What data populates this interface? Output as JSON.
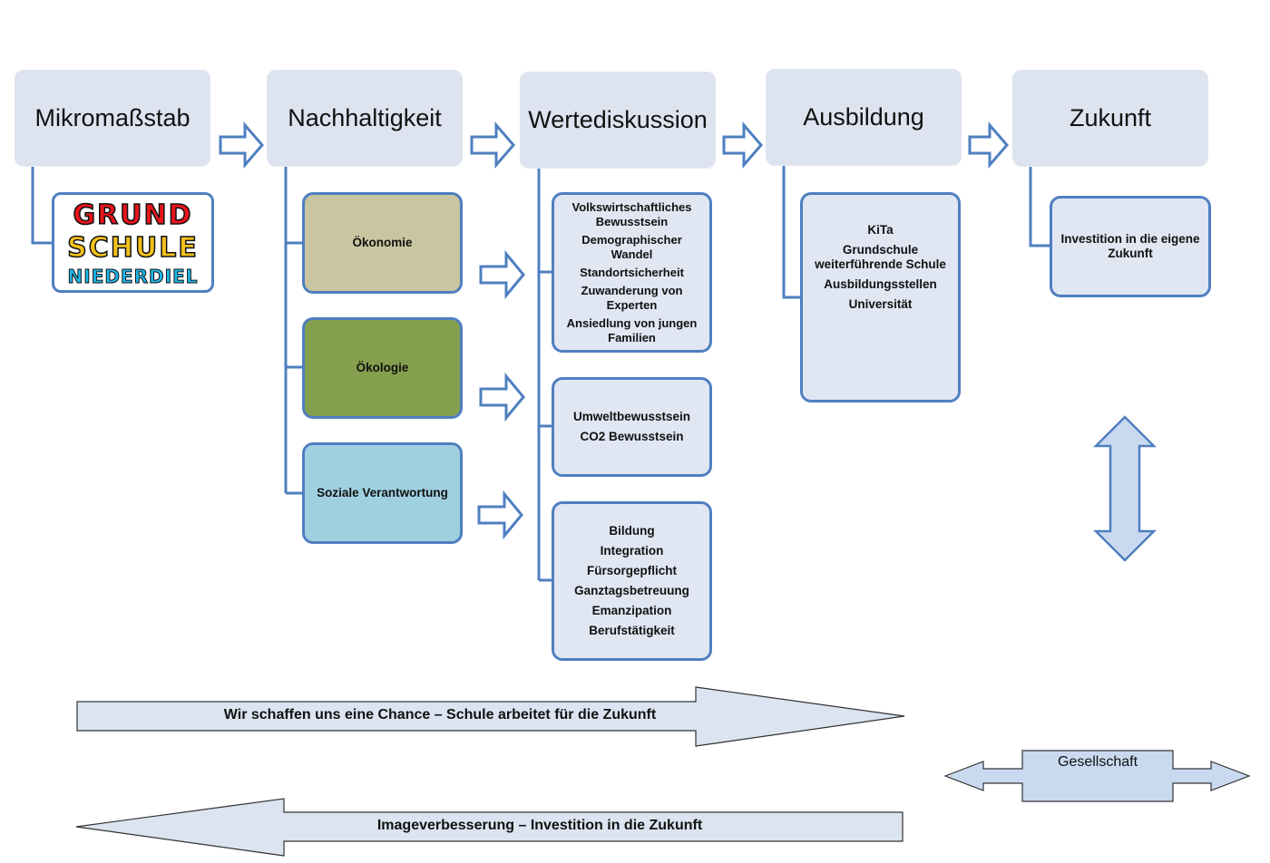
{
  "stages": [
    {
      "title": "Mikromaßstab"
    },
    {
      "title": "Nachhaltigkeit"
    },
    {
      "title": "Wertediskussion"
    },
    {
      "title": "Ausbildung"
    },
    {
      "title": "Zukunft"
    }
  ],
  "logo": {
    "line1": "GRUND",
    "line2": "SCHULE",
    "line3": "NIEDERDIEL"
  },
  "pillars": [
    {
      "label": "Ökonomie",
      "color": "#c9c5a0"
    },
    {
      "label": "Ökologie",
      "color": "#84a04e"
    },
    {
      "label": "Soziale Verantwortung",
      "color": "#9fd0e0"
    }
  ],
  "values_economy": [
    "Volkswirtschaftliches Bewusstsein",
    "Demographischer Wandel",
    "Standortsicherheit",
    "Zuwanderung von Experten",
    "Ansiedlung  von jungen Familien"
  ],
  "values_ecology": [
    "Umweltbewusstsein",
    "CO2 Bewusstsein"
  ],
  "values_social": [
    "Bildung",
    "Integration",
    "Fürsorgepflicht",
    "Ganztagsbetreuung",
    "Emanzipation",
    "Berufstätigkeit"
  ],
  "education": [
    "KiTa",
    "Grundschule weiterführende Schule",
    "Ausbildungsstellen",
    "Universität"
  ],
  "future": [
    "Investition in die eigene Zukunft"
  ],
  "bands": {
    "forward": "Wir schaffen uns eine Chance – Schule arbeitet für die Zukunft",
    "backward": "Imageverbesserung – Investition in die Zukunft",
    "society": "Gesellschaft"
  },
  "colors": {
    "accent": "#4f7fc0",
    "header_fill": "#dde4ef",
    "list_fill": "#e0e7f3",
    "arrow_fill": "#dbe4f0",
    "vertical_arrow_fill": "#c9daf0"
  }
}
